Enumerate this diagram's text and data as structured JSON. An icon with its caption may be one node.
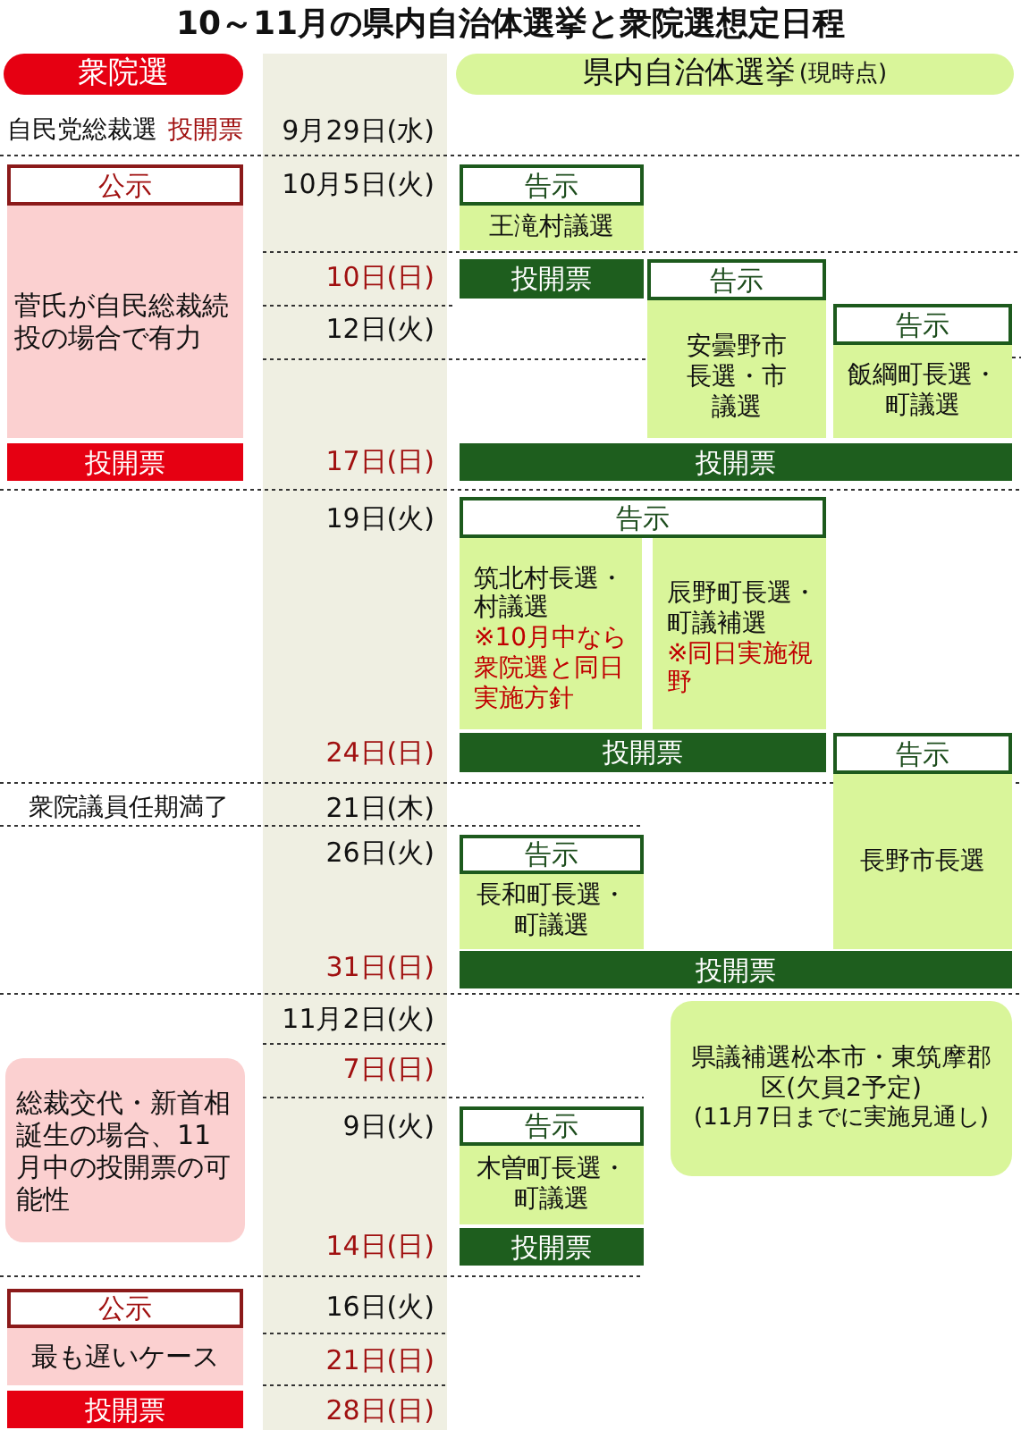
{
  "diagram": {
    "title": "10～11月の県内自治体選挙と衆院選想定日程",
    "nodes": [
      {
        "text": [
          "衆院選"
        ]
      },
      {
        "text": [
          "県内自治体選挙",
          "(現時点)"
        ]
      },
      {
        "text": [
          "公示"
        ]
      },
      {
        "text": [
          "菅氏が自民総裁続投の場合で有力"
        ]
      },
      {
        "text": [
          "投開票"
        ]
      },
      {
        "text": [
          "告示"
        ]
      },
      {
        "text": [
          "王滝村議選"
        ]
      },
      {
        "text": [
          "投開票"
        ]
      },
      {
        "text": [
          "告示"
        ]
      },
      {
        "text": [
          "安曇野市長選・市議選"
        ]
      },
      {
        "text": [
          "告示"
        ]
      },
      {
        "text": [
          "飯綱町長選・町議選"
        ]
      },
      {
        "text": [
          "投開票"
        ]
      },
      {
        "text": [
          "告示"
        ]
      },
      {
        "text": [
          "筑北村長選・村議選",
          "※10月中なら衆院選と同日実施方針"
        ]
      },
      {
        "text": [
          "辰野町長選・町議補選",
          "※同日実施視野"
        ]
      },
      {
        "text": [
          "投開票"
        ]
      },
      {
        "text": [
          "告示"
        ]
      },
      {
        "text": [
          "長野市長選"
        ]
      },
      {
        "text": [
          "告示"
        ]
      },
      {
        "text": [
          "長和町長選・町議選"
        ]
      },
      {
        "text": [
          "投開票"
        ]
      },
      {
        "text": [
          "総裁交代・新首相誕生の場合、11月中の投開票の可能性"
        ]
      },
      {
        "text": [
          "県議補選松本市・東筑摩郡区(欠員2予定)",
          "(11月7日までに実施見通し)"
        ]
      },
      {
        "text": [
          "告示"
        ]
      },
      {
        "text": [
          "木曽町長選・町議選"
        ]
      },
      {
        "text": [
          "投開票"
        ]
      },
      {
        "text": [
          "公示"
        ]
      },
      {
        "text": [
          "最も遅いケース"
        ]
      },
      {
        "text": [
          "投開票"
        ]
      }
    ],
    "labels": [
      "自民党総裁選",
      "投開票",
      "9月29日(水)",
      "10月5日(火)",
      "10日(日)",
      "12日(火)",
      "17日(日)",
      "19日(火)",
      "24日(日)",
      "衆院議員任期満了",
      "21日(木)",
      "26日(火)",
      "31日(日)",
      "11月2日(火)",
      "7日(日)",
      "9日(火)",
      "14日(日)",
      "16日(火)",
      "21日(日)",
      "28日(日)"
    ]
  }
}
